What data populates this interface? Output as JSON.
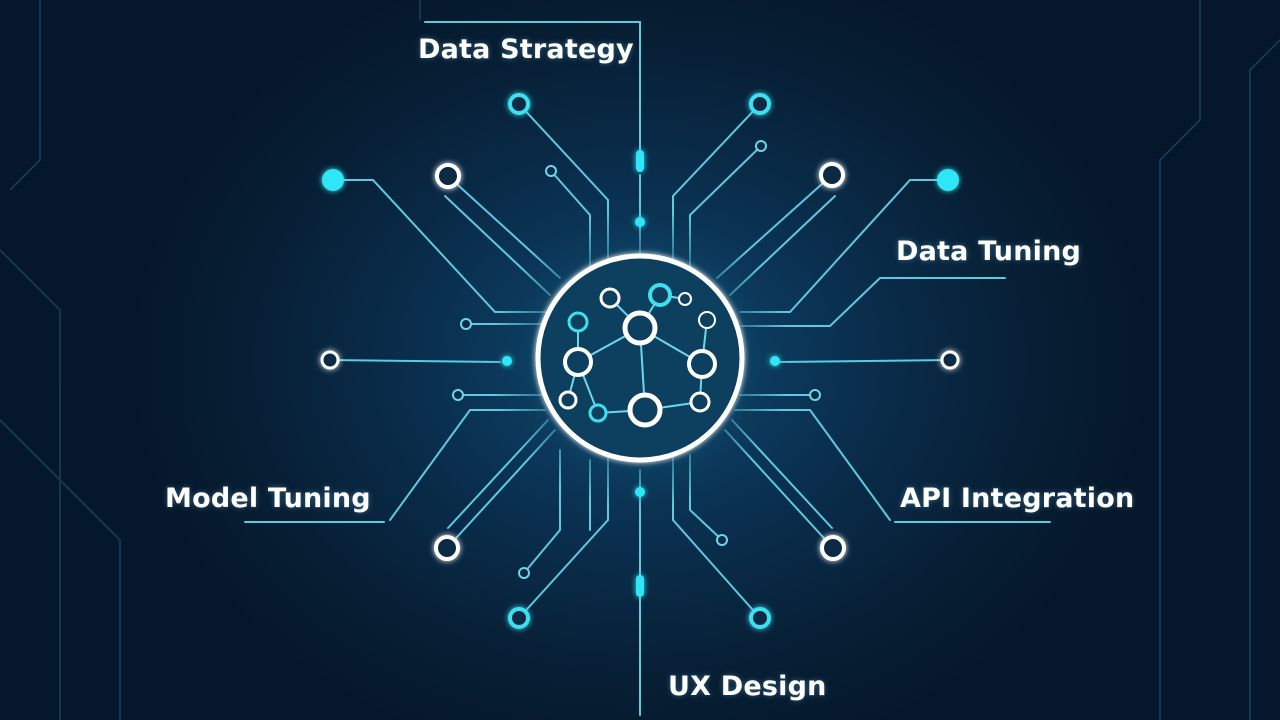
{
  "diagram": {
    "labels": {
      "top": "Data Strategy",
      "right_upper": "Data Tuning",
      "left_lower": "Model Tuning",
      "right_lower": "API Integration",
      "bottom": "UX Design"
    },
    "colors": {
      "background": "#071f35",
      "line": "#5fc9df",
      "accent": "#2fe6f5",
      "node_ring": "#ffffff"
    }
  }
}
